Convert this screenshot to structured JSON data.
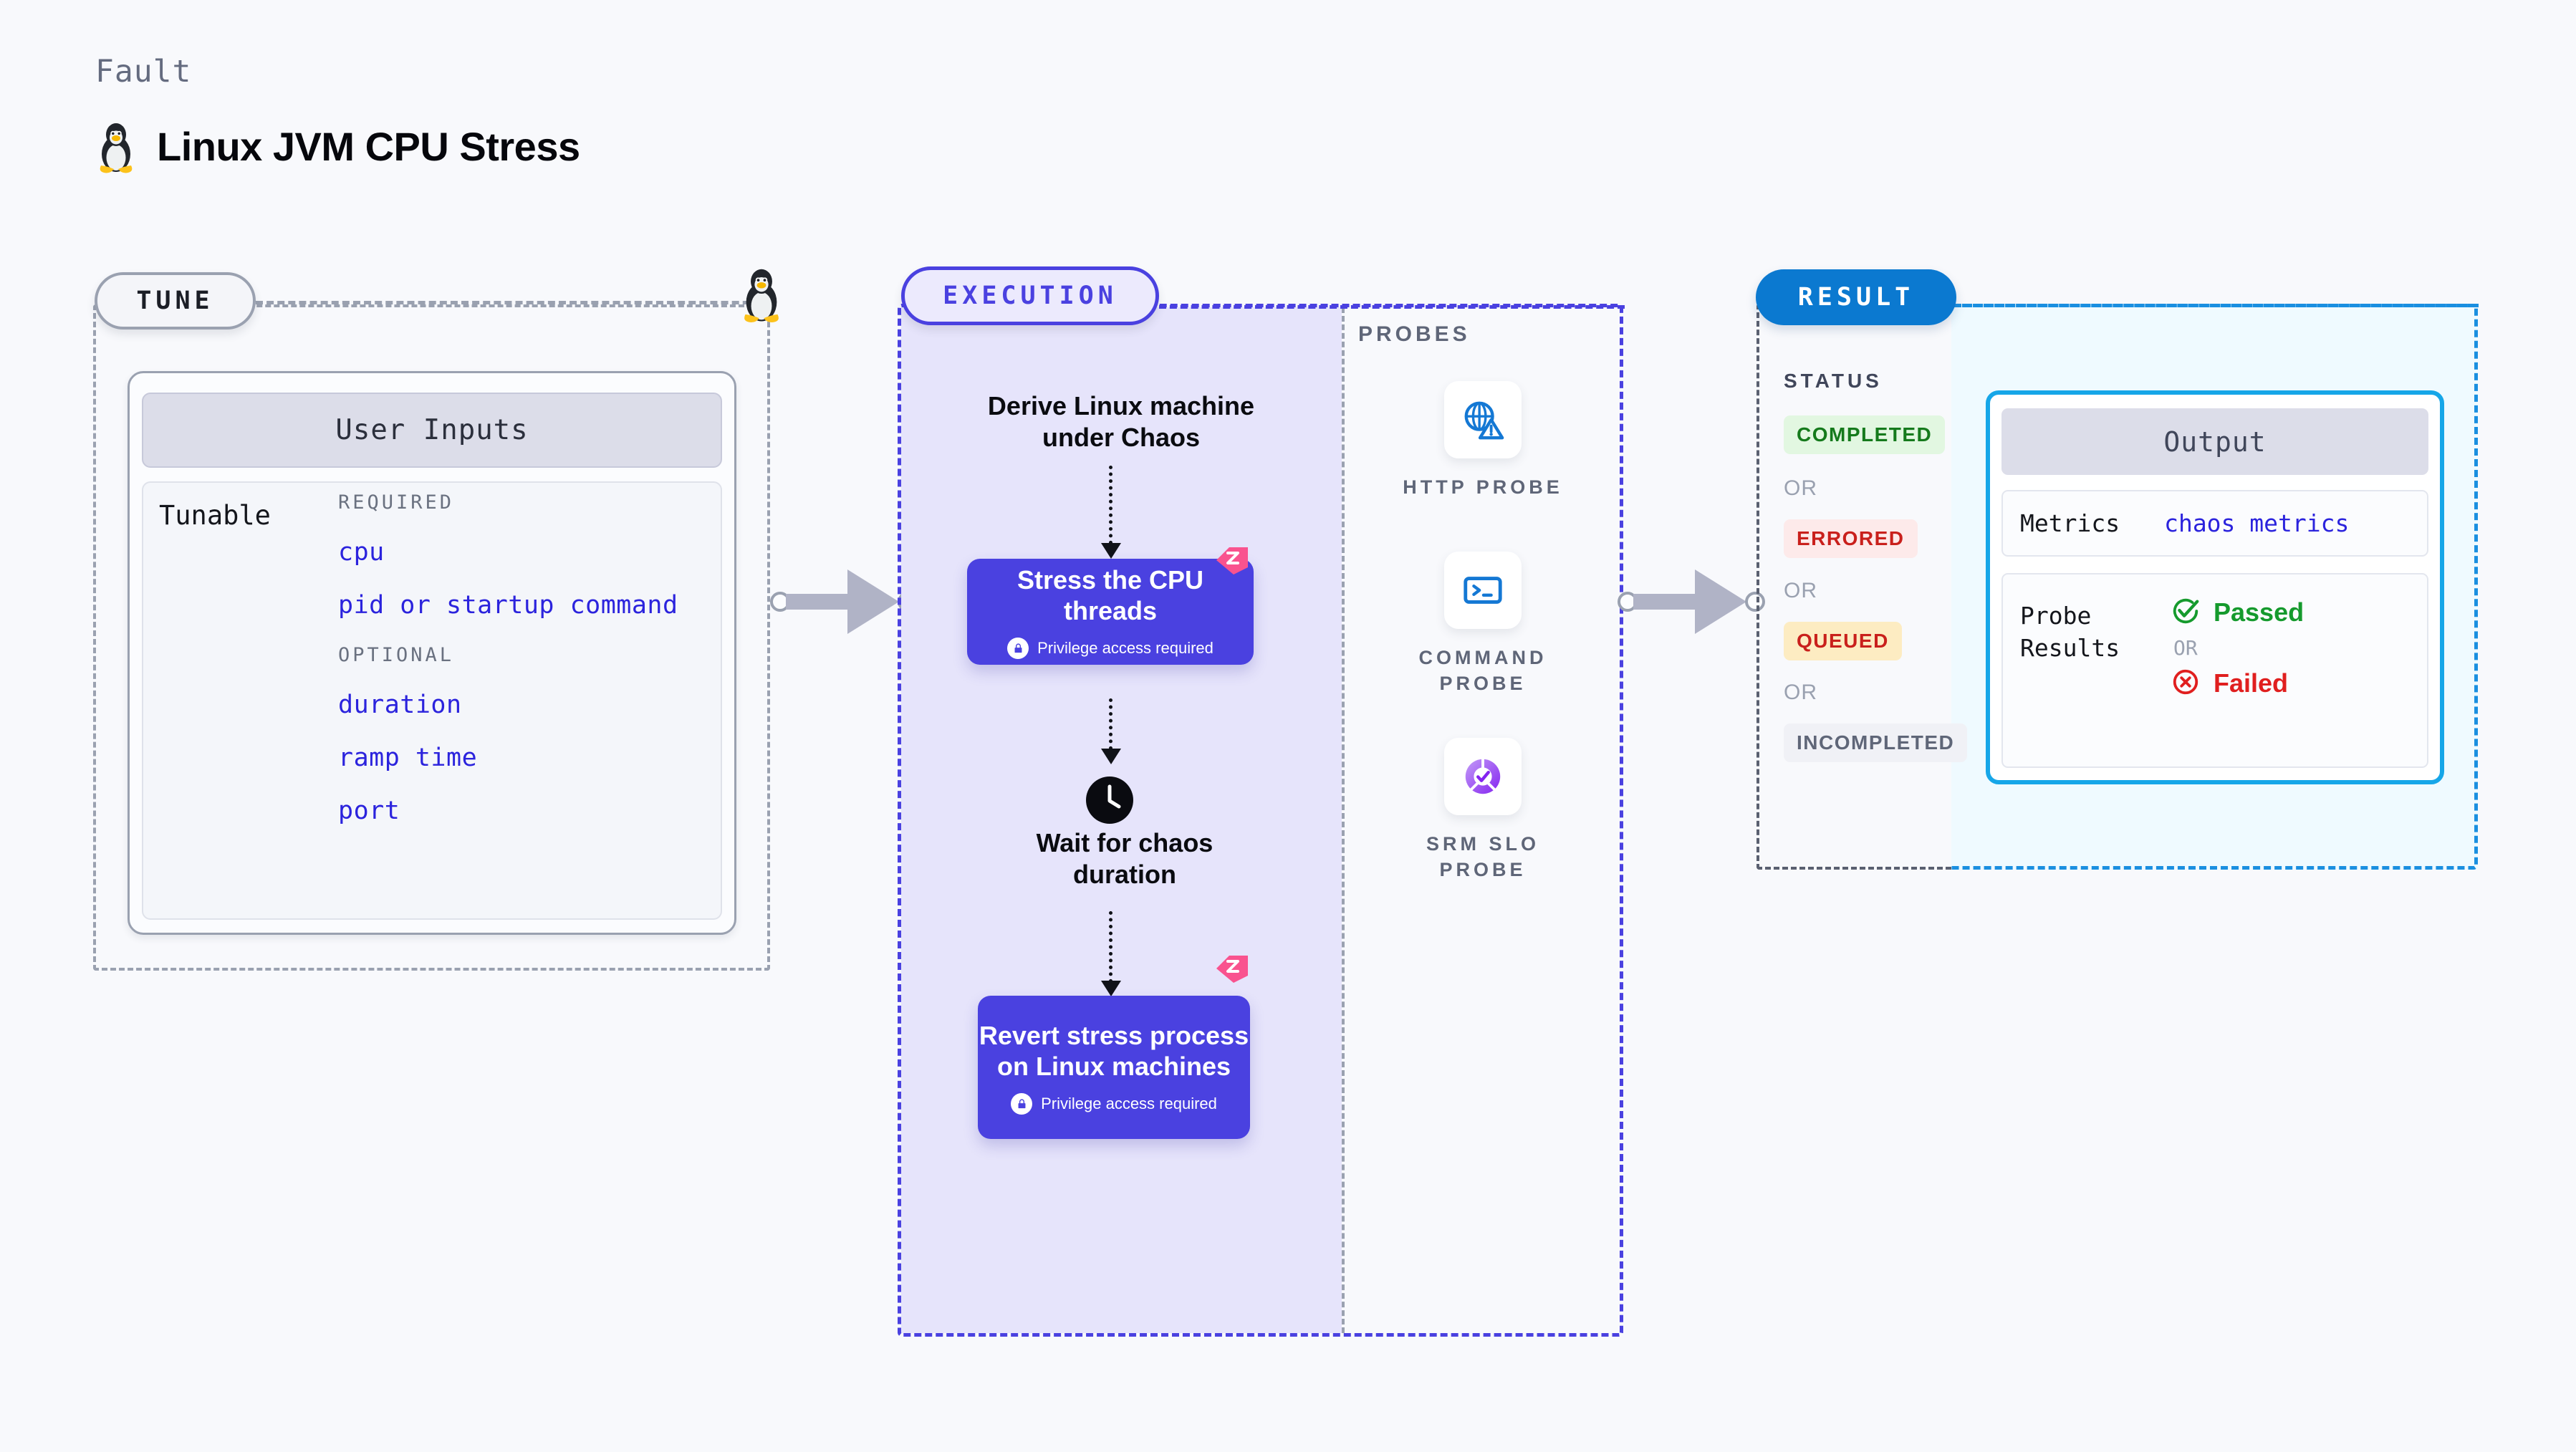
{
  "header": {
    "kicker": "Fault",
    "title": "Linux JVM CPU Stress",
    "icon": "linux-penguin-icon"
  },
  "tune": {
    "chip_label": "TUNE",
    "card_title": "User Inputs",
    "tunable_label": "Tunable",
    "groups": [
      {
        "title": "REQUIRED",
        "params": [
          "cpu",
          "pid or startup command"
        ]
      },
      {
        "title": "OPTIONAL",
        "params": [
          "duration",
          "ramp time",
          "port"
        ]
      }
    ]
  },
  "execution": {
    "chip_label": "EXECUTION",
    "steps": [
      {
        "type": "text",
        "label": "Derive Linux machine under Chaos"
      },
      {
        "type": "card",
        "label": "Stress the CPU threads",
        "note": "Privilege access required",
        "badge": "chaos-hub-icon"
      },
      {
        "type": "wait",
        "label": "Wait for chaos duration",
        "icon": "clock-icon"
      },
      {
        "type": "card",
        "label": "Revert stress process on Linux machines",
        "note": "Privilege access required",
        "badge": "chaos-hub-icon"
      }
    ]
  },
  "probes": {
    "section_label": "PROBES",
    "items": [
      {
        "label": "HTTP PROBE",
        "icon": "globe-warning-icon"
      },
      {
        "label": "COMMAND PROBE",
        "icon": "terminal-prompt-icon"
      },
      {
        "label": "SRM SLO PROBE",
        "icon": "slo-donut-check-icon"
      }
    ]
  },
  "result": {
    "chip_label": "RESULT",
    "status_label": "STATUS",
    "or_label": "OR",
    "statuses": [
      {
        "label": "COMPLETED",
        "bg": "#e2f7e1",
        "fg": "#157a1c"
      },
      {
        "label": "ERRORED",
        "bg": "#fdeaea",
        "fg": "#c9201c"
      },
      {
        "label": "QUEUED",
        "bg": "#fdecc2",
        "fg": "#c9201c"
      },
      {
        "label": "INCOMPLETED",
        "bg": "#f0f1f6",
        "fg": "#5f6678"
      }
    ],
    "output": {
      "title": "Output",
      "metrics_label": "Metrics",
      "metrics_value": "chaos metrics",
      "probe_results_label": "Probe Results",
      "passed_label": "Passed",
      "failed_label": "Failed",
      "or_label": "OR"
    }
  },
  "colors": {
    "indigo": "#4a41e0",
    "blue": "#0b79d0",
    "cyan": "#16a6e8",
    "pink": "#f9538f",
    "green": "#159a2d",
    "red": "#e01f1f",
    "gray": "#9aa1b0",
    "param_blue": "#2b23dd"
  }
}
